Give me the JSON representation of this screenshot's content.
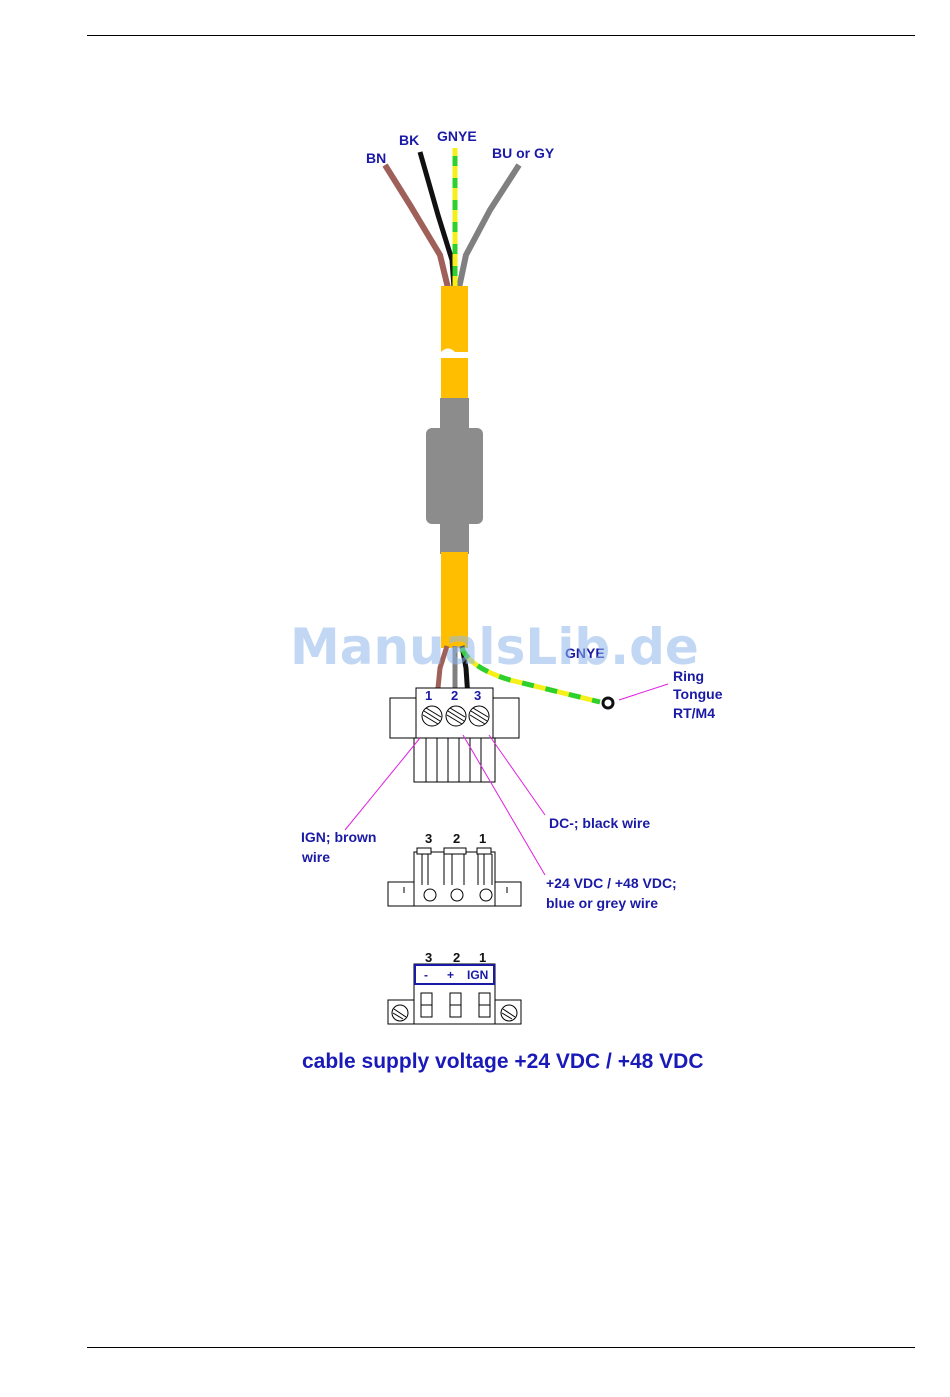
{
  "wires": {
    "bn": "BN",
    "bk": "BK",
    "gnye": "GNYE",
    "bu_gy": "BU or GY"
  },
  "connector_top": {
    "pin1": "1",
    "pin2": "2",
    "pin3": "3"
  },
  "lower_gnye": "GNYE",
  "ring": {
    "line1": "Ring",
    "line2": "Tongue",
    "line3": "RT/M4"
  },
  "callouts": {
    "ign_line1": "IGN; brown",
    "ign_line2": "wire",
    "dc_minus": "DC-; black wire",
    "supply_line1": "+24 VDC / +48 VDC;",
    "supply_line2": "blue or grey wire"
  },
  "connector_side": {
    "pin3": "3",
    "pin2": "2",
    "pin1": "1"
  },
  "connector_front": {
    "pin3": "3",
    "pin2": "2",
    "pin1": "1",
    "mark_minus": "-",
    "mark_plus": "+",
    "mark_ign": "IGN"
  },
  "caption": "cable supply voltage +24 VDC / +48 VDC",
  "watermark": "ManualsLib.de",
  "colors": {
    "brown": "#a0605a",
    "black": "#111111",
    "yellow": "#f5ef1a",
    "green": "#2ed02e",
    "grey": "#808080",
    "cable_orange": "#ffbf00",
    "sleeve_grey": "#8c8c8c",
    "label_blue": "#1a1aa6",
    "callout_magenta": "#e020e0"
  }
}
